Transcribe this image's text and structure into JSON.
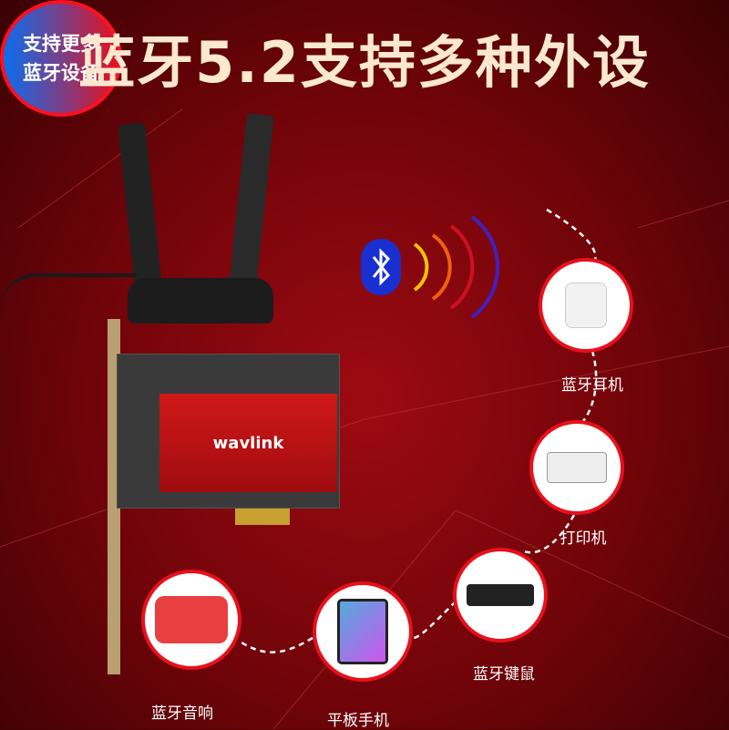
{
  "title": "蓝牙5.2支持多种外设",
  "badge": {
    "line1": "支持更多",
    "line2": "蓝牙设备"
  },
  "product": {
    "brand": "wavlink"
  },
  "devices": [
    {
      "label": "蓝牙耳机",
      "icon": "earbuds-icon"
    },
    {
      "label": "打印机",
      "icon": "printer-icon"
    },
    {
      "label": "蓝牙键鼠",
      "icon": "keyboard-mouse-icon"
    },
    {
      "label": "平板手机",
      "icon": "tablet-phone-icon"
    },
    {
      "label": "蓝牙音响",
      "icon": "speaker-icon"
    }
  ]
}
